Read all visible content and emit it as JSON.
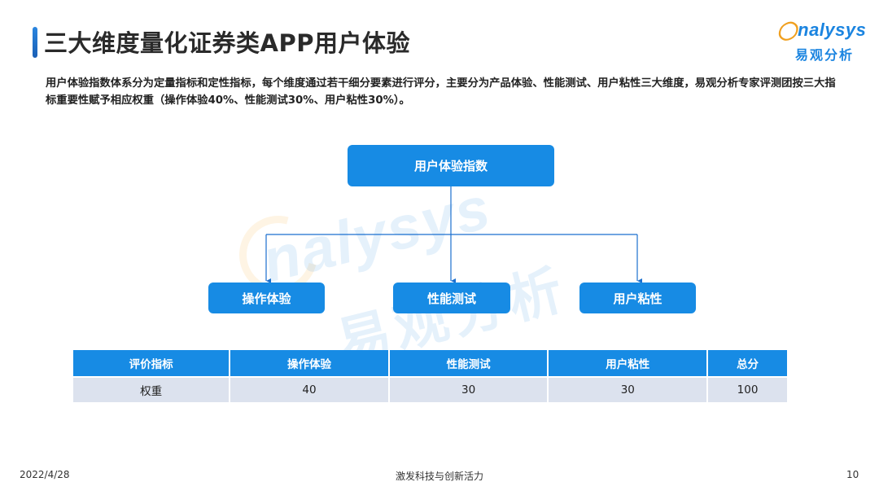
{
  "header": {
    "title": "三大维度量化证券类APP用户体验"
  },
  "logo": {
    "en": "nalysys",
    "o_mark": "◯",
    "cn": "易观分析"
  },
  "intro": {
    "text": "用户体验指数体系分为定量指标和定性指标，每个维度通过若干细分要素进行评分，主要分为产品体验、性能测试、用户粘性三大维度，易观分析专家评测团按三大指标重要性赋予相应权重（操作体验40%、性能测试30%、用户粘性30%）。"
  },
  "watermark": {
    "en": "nalysys",
    "cn": "易观分析"
  },
  "diagram": {
    "root": "用户体验指数",
    "children": [
      "操作体验",
      "性能测试",
      "用户粘性"
    ],
    "color": "#178be4"
  },
  "table": {
    "headers": [
      "评价指标",
      "操作体验",
      "性能测试",
      "用户粘性",
      "总分"
    ],
    "rows": [
      [
        "权重",
        "40",
        "30",
        "30",
        "100"
      ]
    ]
  },
  "footer": {
    "date": "2022/4/28",
    "slogan": "激发科技与创新活力",
    "page": "10"
  }
}
